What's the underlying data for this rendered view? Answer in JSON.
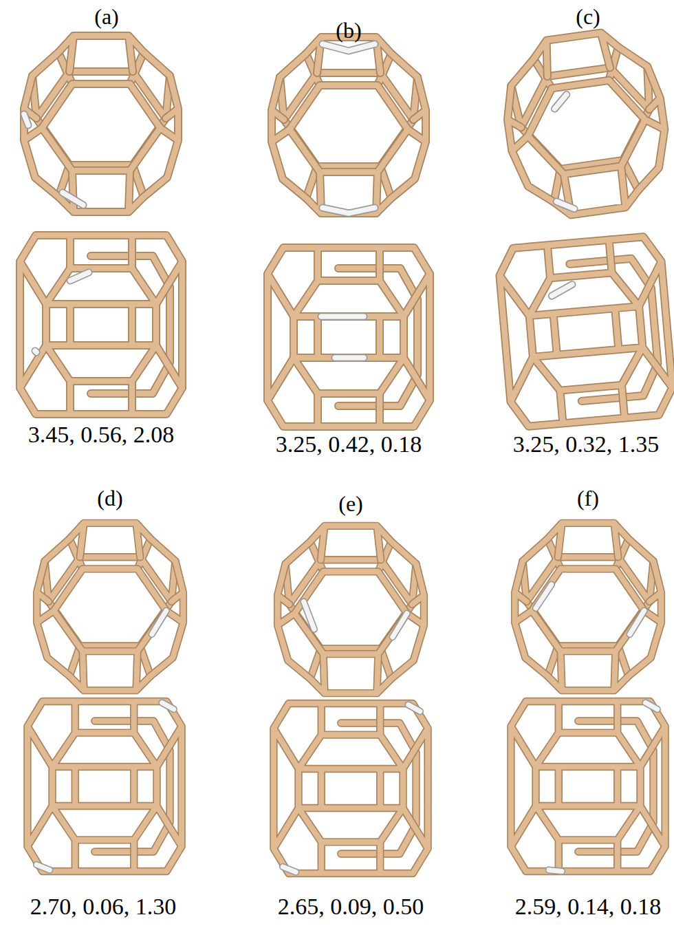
{
  "diagram": {
    "labels": [
      "(a)",
      "(b)",
      "(c)",
      "3.45, 0.56, 2.08",
      "3.25, 0.42, 0.18",
      "3.25, 0.32, 1.35",
      "(d)",
      "(e)",
      "(f)",
      "2.70, 0.06, 1.30",
      "2.65, 0.09, 0.50",
      "2.59, 0.14, 0.18"
    ]
  }
}
